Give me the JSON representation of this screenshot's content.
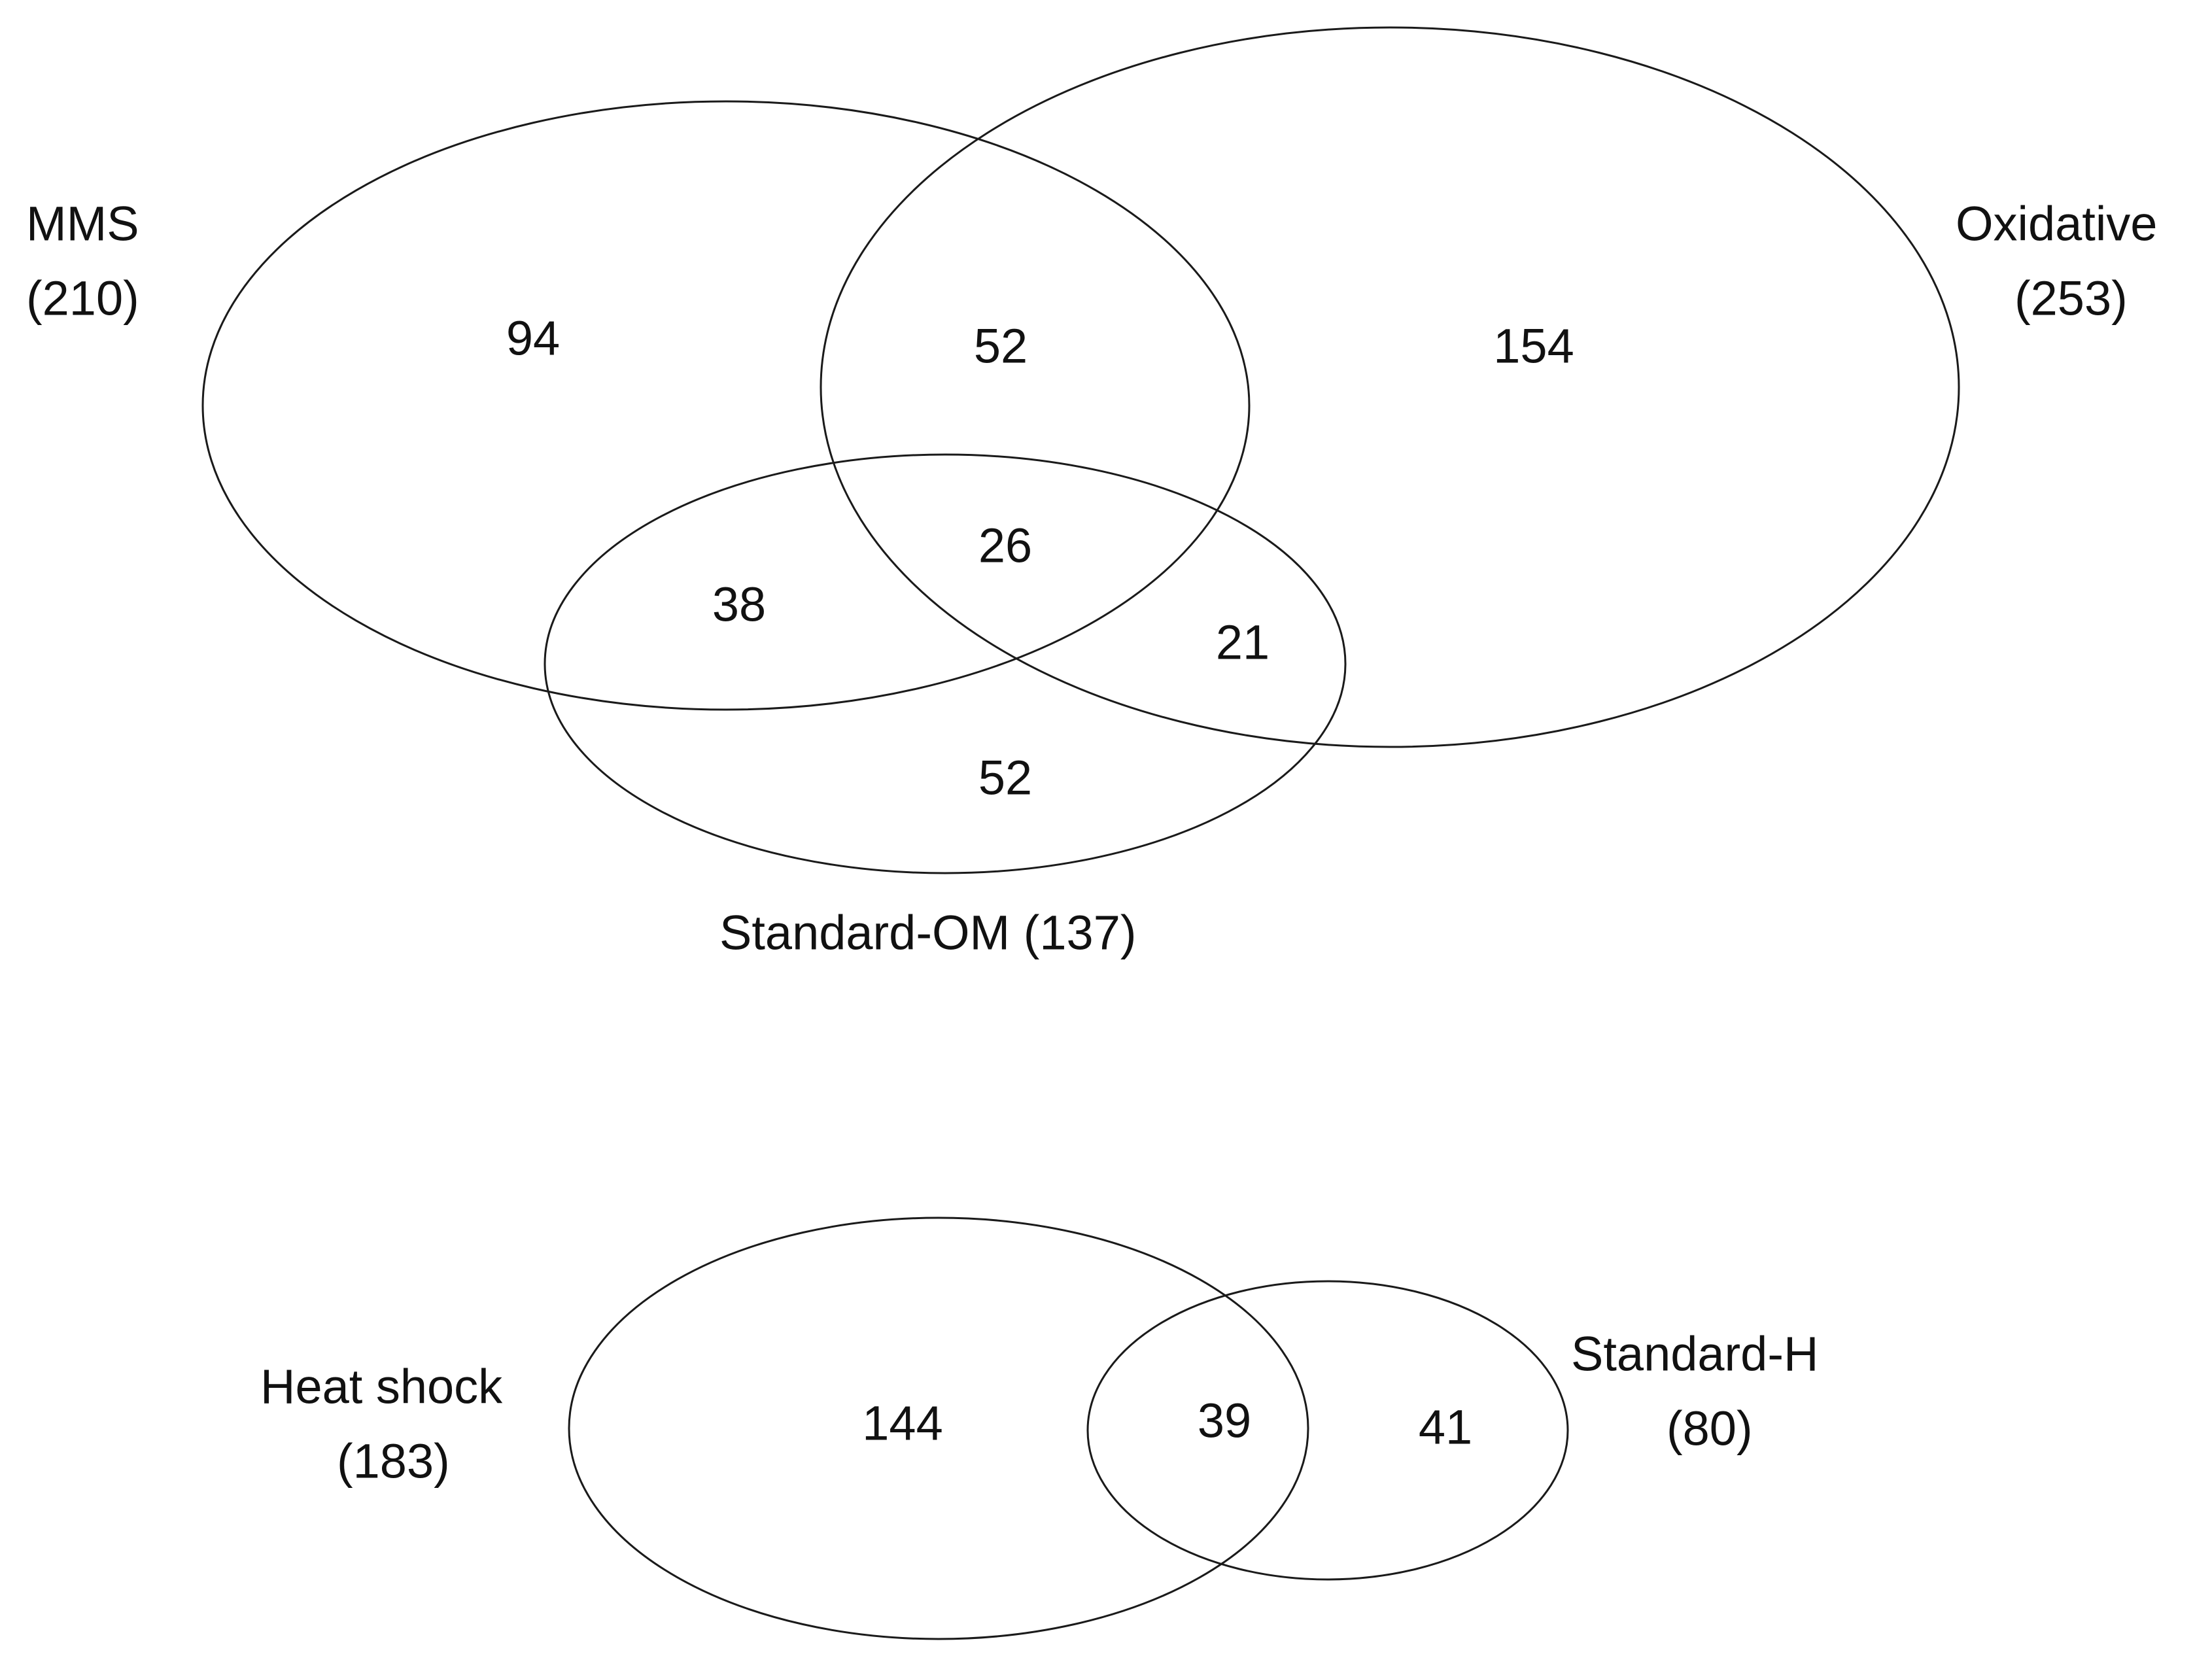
{
  "top_diagram": {
    "sets": {
      "mms": {
        "name": "MMS",
        "total": "(210)"
      },
      "oxidative": {
        "name": "Oxidative",
        "total": "(253)"
      },
      "standard_om": {
        "label": "Standard-OM (137)"
      }
    },
    "regions": {
      "mms_only": "94",
      "mms_oxidative": "52",
      "oxidative_only": "154",
      "all_three": "26",
      "mms_standard_om": "38",
      "oxidative_standard_om": "21",
      "standard_om_only": "52"
    }
  },
  "bottom_diagram": {
    "sets": {
      "heat_shock": {
        "name": "Heat shock",
        "total": "(183)"
      },
      "standard_h": {
        "name": "Standard-H",
        "total": "(80)"
      }
    },
    "regions": {
      "heat_shock_only": "144",
      "both": "39",
      "standard_h_only": "41"
    }
  }
}
